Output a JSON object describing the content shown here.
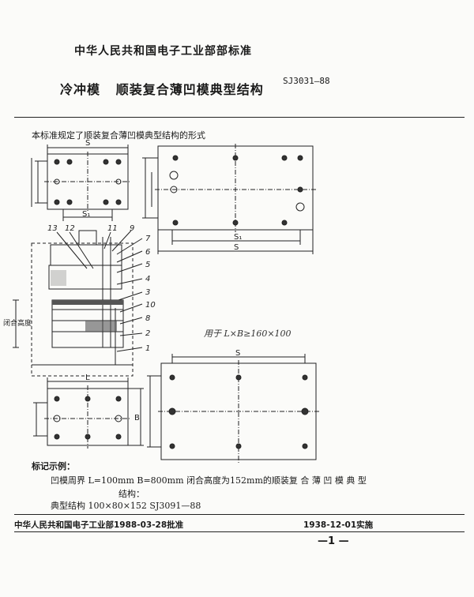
{
  "header": {
    "ministry": "中华人民共和国电子工业部部标准",
    "title": "冷冲模   顺装复合薄凹模典型结构",
    "code": "SJ3031—88"
  },
  "intro": "本标准规定了顺装复合薄凹模典型结构的形式",
  "drawings": {
    "dim_s": "S",
    "dim_s1": "S₁",
    "dim_l": "L",
    "dim_b": "B",
    "handwritten_note": "用于 L×B≥160×100",
    "side_label": "闭合高度",
    "part_numbers": [
      "13",
      "12",
      "11",
      "9",
      "7",
      "6",
      "5",
      "4",
      "3",
      "10",
      "8",
      "2",
      "1"
    ]
  },
  "marking": {
    "label": "标记示例：",
    "line1": "凹模周界  L=100mm  B=800mm  闭合高度为152mm的顺装复 合 薄 凹 模 典 型",
    "line2": "结构：",
    "line3": "典型结构  100×80×152  SJ3091—88"
  },
  "footer": {
    "approval": "中华人民共和国电子工业部1988-03-28批准",
    "implement": "1938-12-01实施",
    "page": "—1 —"
  }
}
